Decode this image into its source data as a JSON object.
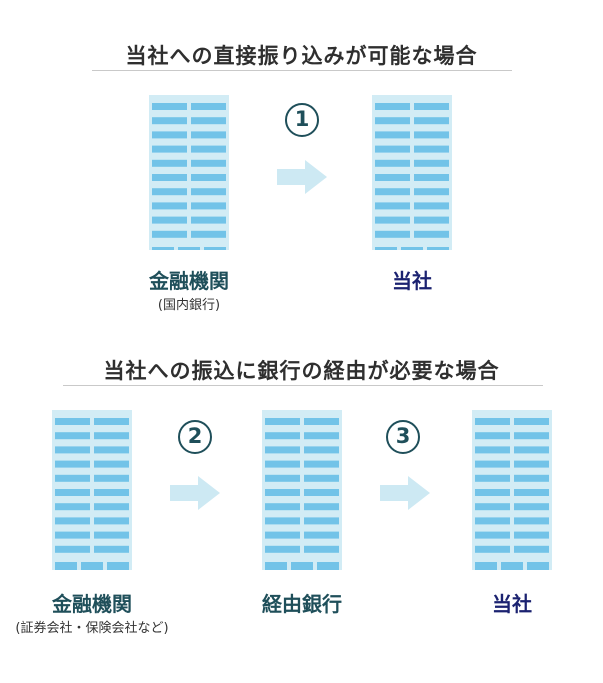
{
  "section1": {
    "title": "当社への直接振り込みが可能な場合",
    "step": "1",
    "from_label": "金融機関",
    "from_sub": "(国内銀行)",
    "to_label": "当社"
  },
  "section2": {
    "title": "当社への振込に銀行の経由が必要な場合",
    "step_a": "2",
    "step_b": "3",
    "from_label": "金融機関",
    "from_sub": "(証券会社・保険会社など)",
    "via_label": "経由銀行",
    "to_label": "当社"
  },
  "colors": {
    "building_light": "#d2ecf5",
    "building_window": "#72c3e8",
    "arrow": "#cde9f3",
    "bank_text": "#1f4f5a",
    "company_text": "#1b2270"
  }
}
